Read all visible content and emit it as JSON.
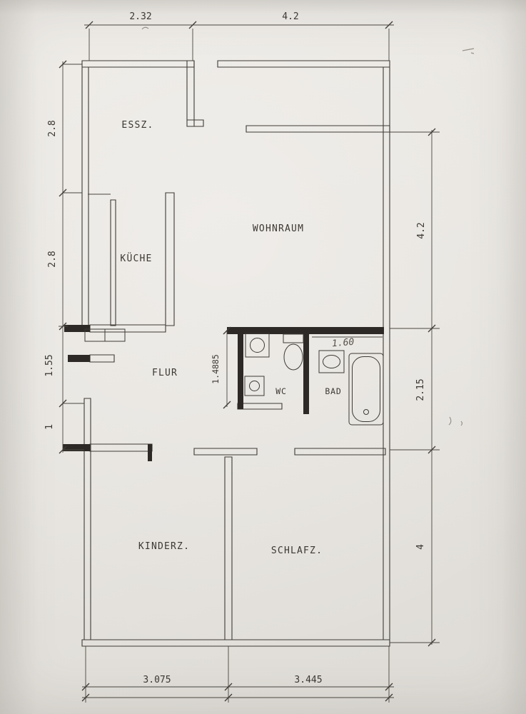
{
  "rooms": {
    "essz": "ESSZ.",
    "kueche": "KÜCHE",
    "wohnraum": "WOHNRAUM",
    "flur": "FLUR",
    "wc": "WC",
    "bad": "BAD",
    "kinderz": "KINDERZ.",
    "schlafz": "SCHLAFZ."
  },
  "dims": {
    "top_left": "2.32",
    "top_right": "4.2",
    "left_essz": "2.8",
    "left_kueche": "2.8",
    "left_flur": "1.55",
    "left_lower": "1",
    "right_wohnraum": "4.2",
    "right_bad": "2.15",
    "right_schlafz": "4",
    "bottom_left": "3.075",
    "bottom_right": "3.445",
    "wc_width": "1.4885",
    "handwritten_note": "1.60"
  }
}
